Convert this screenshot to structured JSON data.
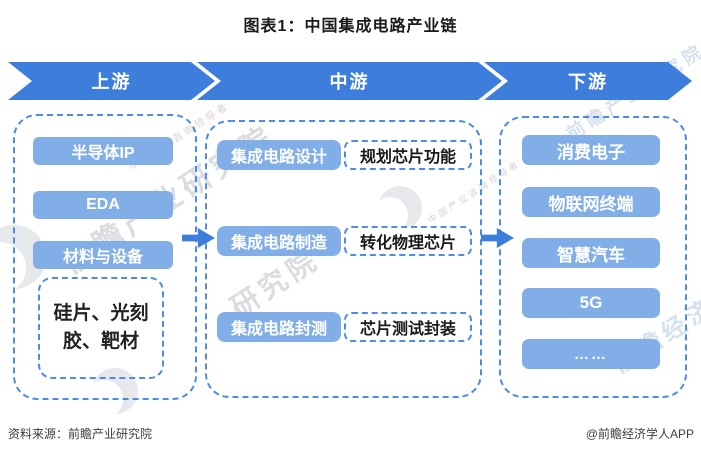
{
  "title": "图表1：中国集成电路产业链",
  "stages": {
    "upstream": "上游",
    "midstream": "中游",
    "downstream": "下游"
  },
  "upstream": {
    "items": [
      "半导体IP",
      "EDA",
      "材料与设备"
    ],
    "sub_item": "硅片、光刻胶、靶材"
  },
  "midstream": {
    "rows": [
      {
        "step": "集成电路设计",
        "desc": "规划芯片功能"
      },
      {
        "step": "集成电路制造",
        "desc": "转化物理芯片"
      },
      {
        "step": "集成电路封测",
        "desc": "芯片测试封装"
      }
    ]
  },
  "downstream": {
    "items": [
      "消费电子",
      "物联网终端",
      "智慧汽车",
      "5G",
      "……"
    ]
  },
  "footer": {
    "source": "资料来源：前瞻产业研究院",
    "credit": "@前瞻经济学人APP"
  },
  "watermarks": {
    "brand": "前瞻产业研究院",
    "tagline": "中国产业咨询领导者",
    "app": "前瞻经济学人",
    "short": "研究院"
  },
  "colors": {
    "stage_blue": "#3D7EDC",
    "box_blue": "#82AEE8",
    "dashed_blue": "#4C8BE8",
    "watermark_gray": "#D4D7DC"
  }
}
